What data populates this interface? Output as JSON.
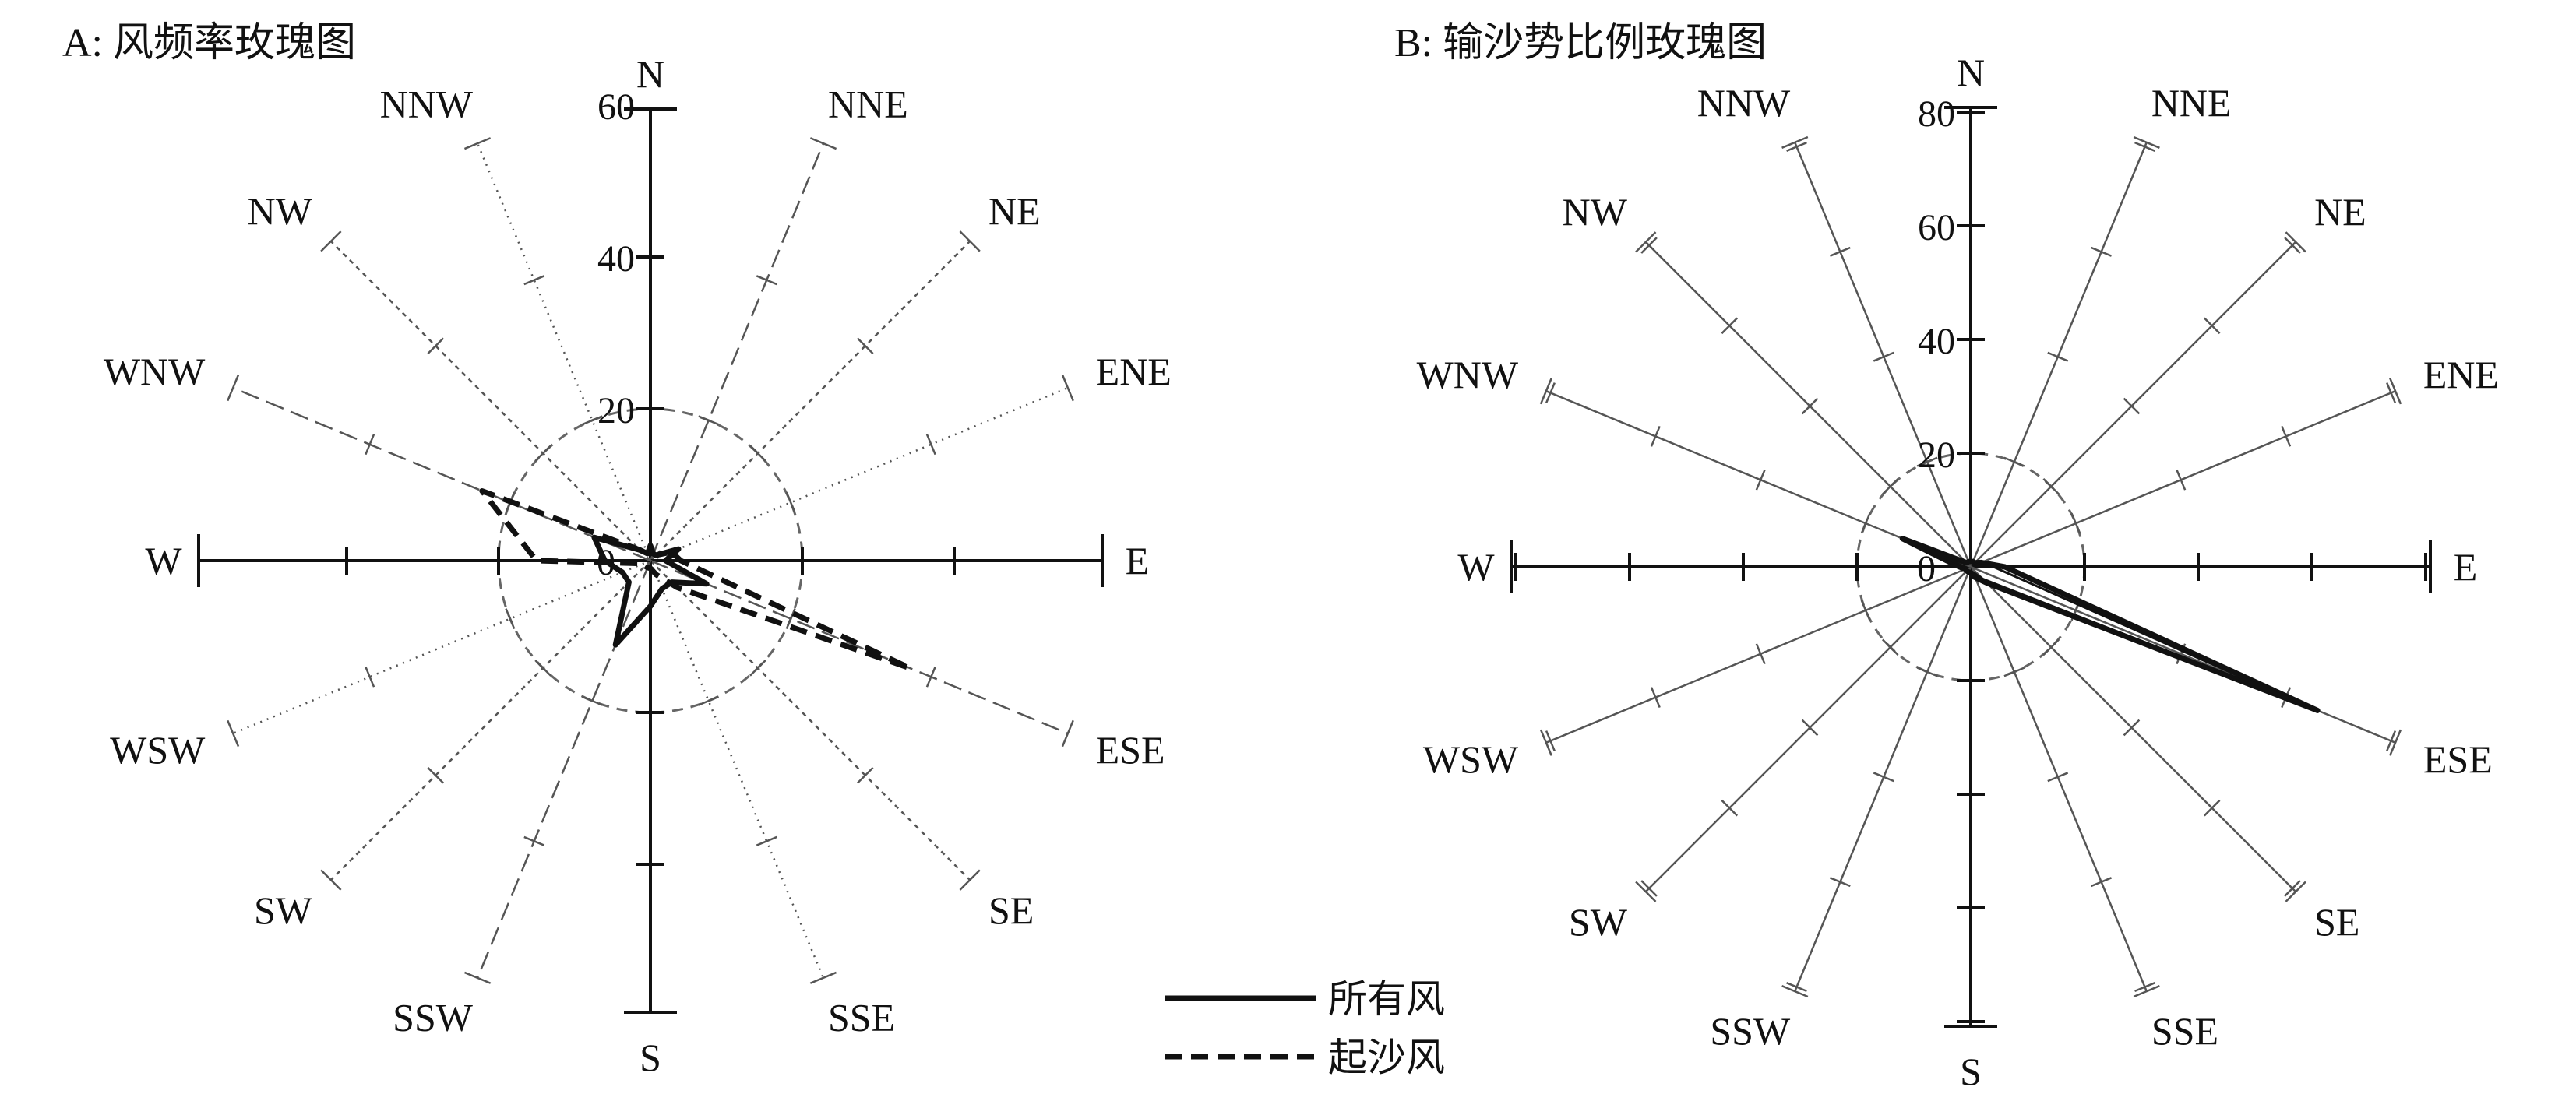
{
  "chart_data": [
    {
      "type": "rose",
      "title": "A: 风频率玫瑰图",
      "directions": [
        "N",
        "NNE",
        "NE",
        "ENE",
        "E",
        "ESE",
        "SE",
        "SSE",
        "S",
        "SSW",
        "SW",
        "WSW",
        "W",
        "WNW",
        "NW",
        "NNW"
      ],
      "rlim": [
        0,
        60
      ],
      "ticks": [
        "0",
        "20",
        "40",
        "60"
      ],
      "grid_circle": 20,
      "series": [
        {
          "name": "所有风",
          "style": "solid",
          "values": [
            2,
            1,
            1,
            4,
            2,
            8,
            4,
            4,
            6,
            12,
            4,
            4,
            6,
            8,
            2,
            1
          ]
        },
        {
          "name": "起沙风",
          "style": "dashed",
          "values": [
            1,
            1,
            1,
            3,
            4,
            37,
            5,
            2,
            1,
            1,
            1,
            1,
            15,
            24,
            2,
            1
          ]
        }
      ]
    },
    {
      "type": "rose",
      "title": "B: 输沙势比例玫瑰图",
      "directions": [
        "N",
        "NNE",
        "NE",
        "ENE",
        "E",
        "ESE",
        "SE",
        "SSE",
        "S",
        "SSW",
        "SW",
        "WSW",
        "W",
        "WNW",
        "NW",
        "NNW"
      ],
      "rlim": [
        0,
        80
      ],
      "ticks": [
        "0",
        "20",
        "40",
        "60",
        "80"
      ],
      "grid_circle": 20,
      "series": [
        {
          "name": "所有风",
          "style": "solid",
          "values": [
            1,
            1,
            1,
            2,
            6,
            66,
            4,
            2,
            1,
            1,
            1,
            1,
            2,
            13,
            1,
            1
          ]
        },
        {
          "name": "起沙风",
          "style": "thin",
          "values": [
            1,
            1,
            1,
            1,
            4,
            62,
            3,
            1,
            1,
            1,
            1,
            1,
            1,
            10,
            1,
            1
          ]
        }
      ]
    }
  ],
  "legend": [
    {
      "label": "所有风",
      "style": "solid"
    },
    {
      "label": "起沙风",
      "style": "dashed"
    }
  ],
  "colors": {
    "ink": "#111111",
    "grid": "#555555",
    "circle": "#666666"
  }
}
